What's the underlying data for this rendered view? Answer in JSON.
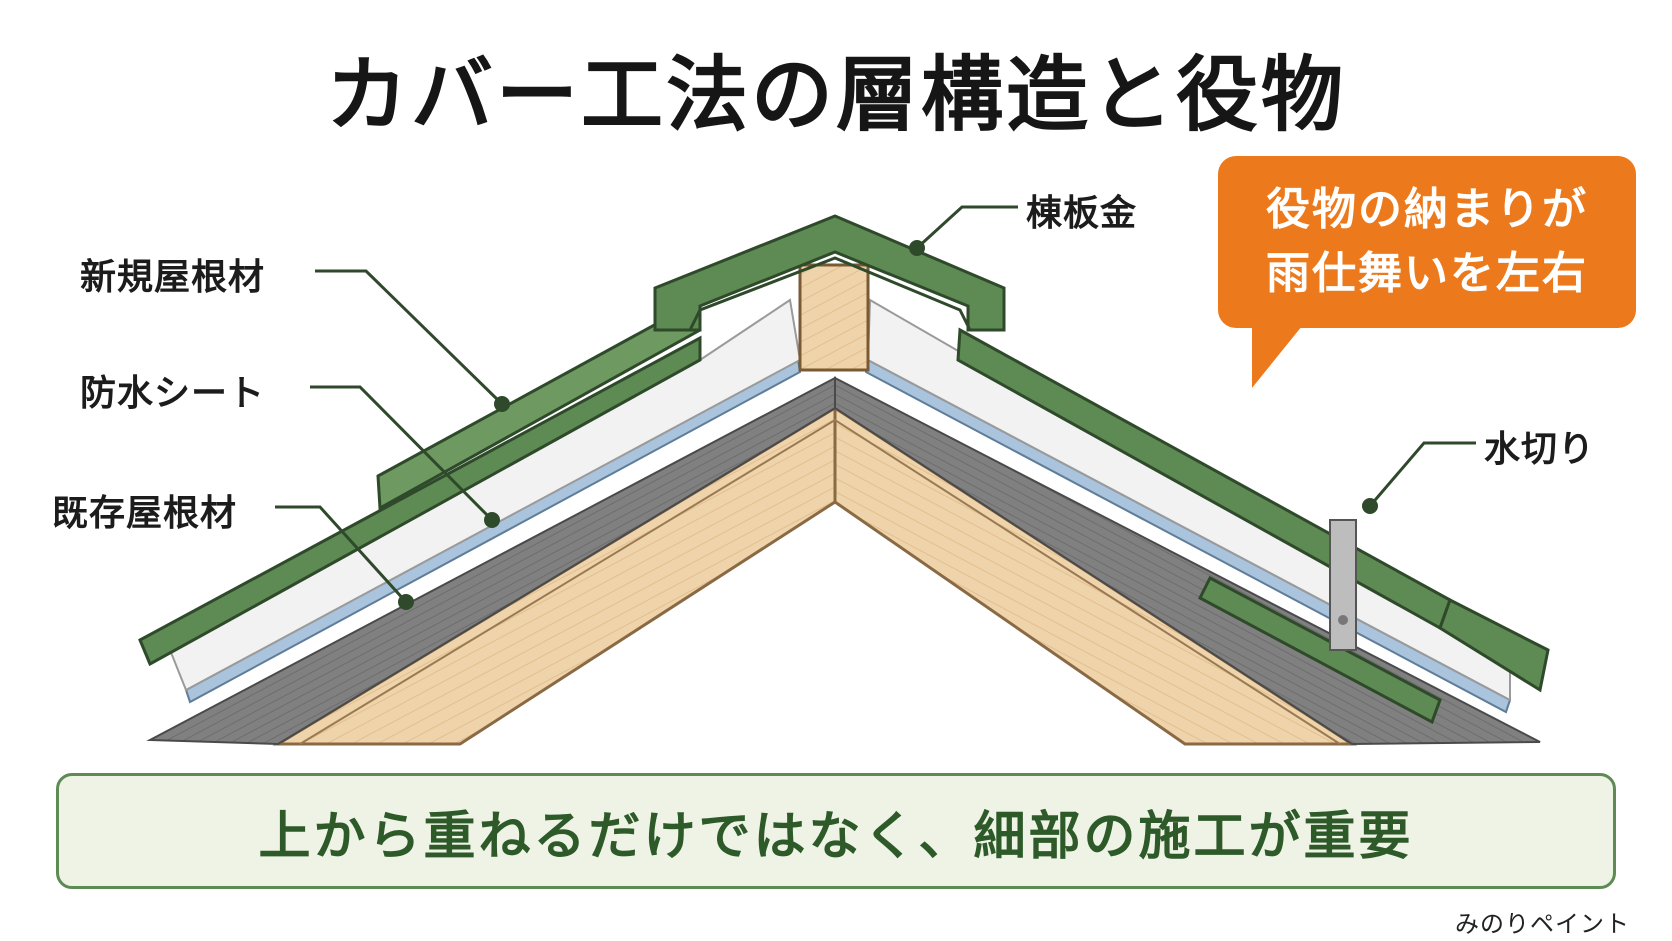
{
  "title": "カバー工法の層構造と役物",
  "labels": {
    "new_roof": "新規屋根材",
    "waterproof_sheet": "防水シート",
    "existing_roof": "既存屋根材",
    "ridge_flashing": "棟板金",
    "drip_edge": "水切り"
  },
  "callout": {
    "line1": "役物の納まりが",
    "line2": "雨仕舞いを左右"
  },
  "banner": "上から重ねるだけではなく、細部の施工が重要",
  "credit": "みのりペイント",
  "colors": {
    "metal_green": "#5e8a54",
    "callout_orange": "#ec7a1c",
    "banner_bg": "#eef3e6",
    "banner_text": "#2e5a2a",
    "existing_roof_gray": "#7b7b7b",
    "waterproof_blue": "#a9c4dc",
    "wood": "#efd3aa"
  }
}
